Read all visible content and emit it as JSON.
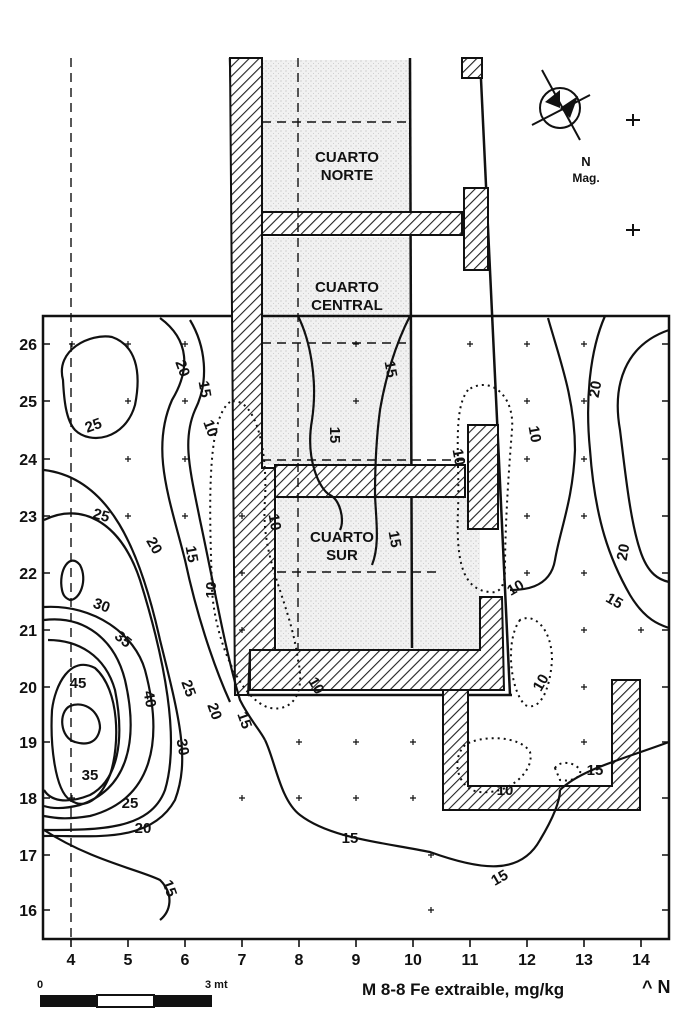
{
  "map": {
    "rooms": {
      "north": [
        "CUARTO",
        "NORTE"
      ],
      "central": [
        "CUARTO",
        "CENTRAL"
      ],
      "south": [
        "CUARTO",
        "SUR"
      ]
    },
    "compass": {
      "letter": "N",
      "sub": "Mag."
    },
    "x_ticks": [
      "4",
      "5",
      "6",
      "7",
      "8",
      "9",
      "10",
      "11",
      "12",
      "13",
      "14"
    ],
    "y_ticks": [
      "26",
      "25",
      "24",
      "23",
      "22",
      "21",
      "20",
      "19",
      "18",
      "17",
      "16"
    ],
    "contour_values": {
      "c45": "45",
      "c40": "40",
      "c35a": "35",
      "c35b": "35",
      "c30a": "30",
      "c30b": "30",
      "c25a": "25",
      "c25b": "25",
      "c25c": "25",
      "c25d": "25",
      "c20a": "20",
      "c20b": "20",
      "c20c": "20",
      "c20d": "20",
      "c20e": "20",
      "c20f": "20",
      "c15a": "15",
      "c15b": "15",
      "c15c": "15",
      "c15d": "15",
      "c15e": "15",
      "c15f": "15",
      "c15g": "15",
      "c15h": "15",
      "c15i": "15",
      "c15j": "15",
      "c15k": "15",
      "c10a": "10",
      "c10b": "10",
      "c10c": "10",
      "c10d": "10",
      "c10e": "10",
      "c10f": "10",
      "c10g": "10",
      "c10h": "10",
      "c10i": "10"
    },
    "contour_levels": [
      10,
      15,
      20,
      25,
      30,
      35,
      40,
      45
    ]
  },
  "footer": {
    "scale_start": "0",
    "scale_end": "3 mt",
    "caption": "M 8-8  Fe extraible, mg/kg",
    "north_mark": "^ N"
  }
}
